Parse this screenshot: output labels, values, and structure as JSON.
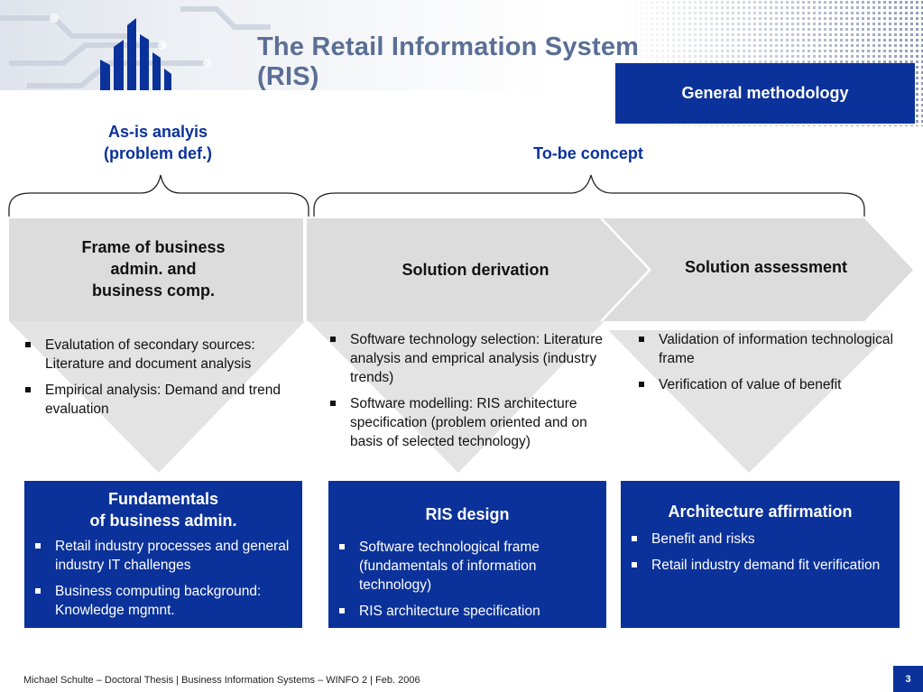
{
  "header": {
    "title_line1": "The Retail Information System",
    "title_line2": "(RIS)",
    "badge": "General methodology"
  },
  "phases": {
    "as_is_line1": "As-is analyis",
    "as_is_line2": "(problem def.)",
    "to_be": "To-be concept"
  },
  "steps": [
    {
      "title_lines": [
        "Frame of business",
        "admin. and",
        "business comp."
      ],
      "bullets": [
        "Evalutation of secondary sources: Literature and document analysis",
        "Empirical analysis: Demand and trend evaluation"
      ]
    },
    {
      "title_lines": [
        "Solution derivation"
      ],
      "bullets": [
        "Software technology selection: Literature analysis and emprical analysis (industry trends)",
        "Software modelling: RIS architecture specification (problem oriented and on basis of selected technology)"
      ]
    },
    {
      "title_lines": [
        "Solution assessment"
      ],
      "bullets": [
        "Validation of information technological frame",
        "Verification of value of benefit"
      ]
    }
  ],
  "results": [
    {
      "title_lines": [
        "Fundamentals",
        "of business admin."
      ],
      "bullets": [
        "Retail industry  processes and general industry IT challenges",
        "Business computing background: Knowledge mgmnt."
      ]
    },
    {
      "title_lines": [
        "RIS design"
      ],
      "bullets": [
        "Software technological frame (fundamentals of information technology)",
        "RIS architecture specification"
      ]
    },
    {
      "title_lines": [
        "Architecture affirmation"
      ],
      "bullets": [
        "Benefit and risks",
        "Retail industry demand fit verification"
      ]
    }
  ],
  "footer": {
    "text": "Michael Schulte – Doctoral Thesis | Business Information Systems – WINFO 2 | Feb. 2006",
    "page": "3"
  },
  "colors": {
    "brand_blue": "#0b329a",
    "title_gray_blue": "#5a6f95",
    "chevron_gray": "#dcdcdc"
  }
}
